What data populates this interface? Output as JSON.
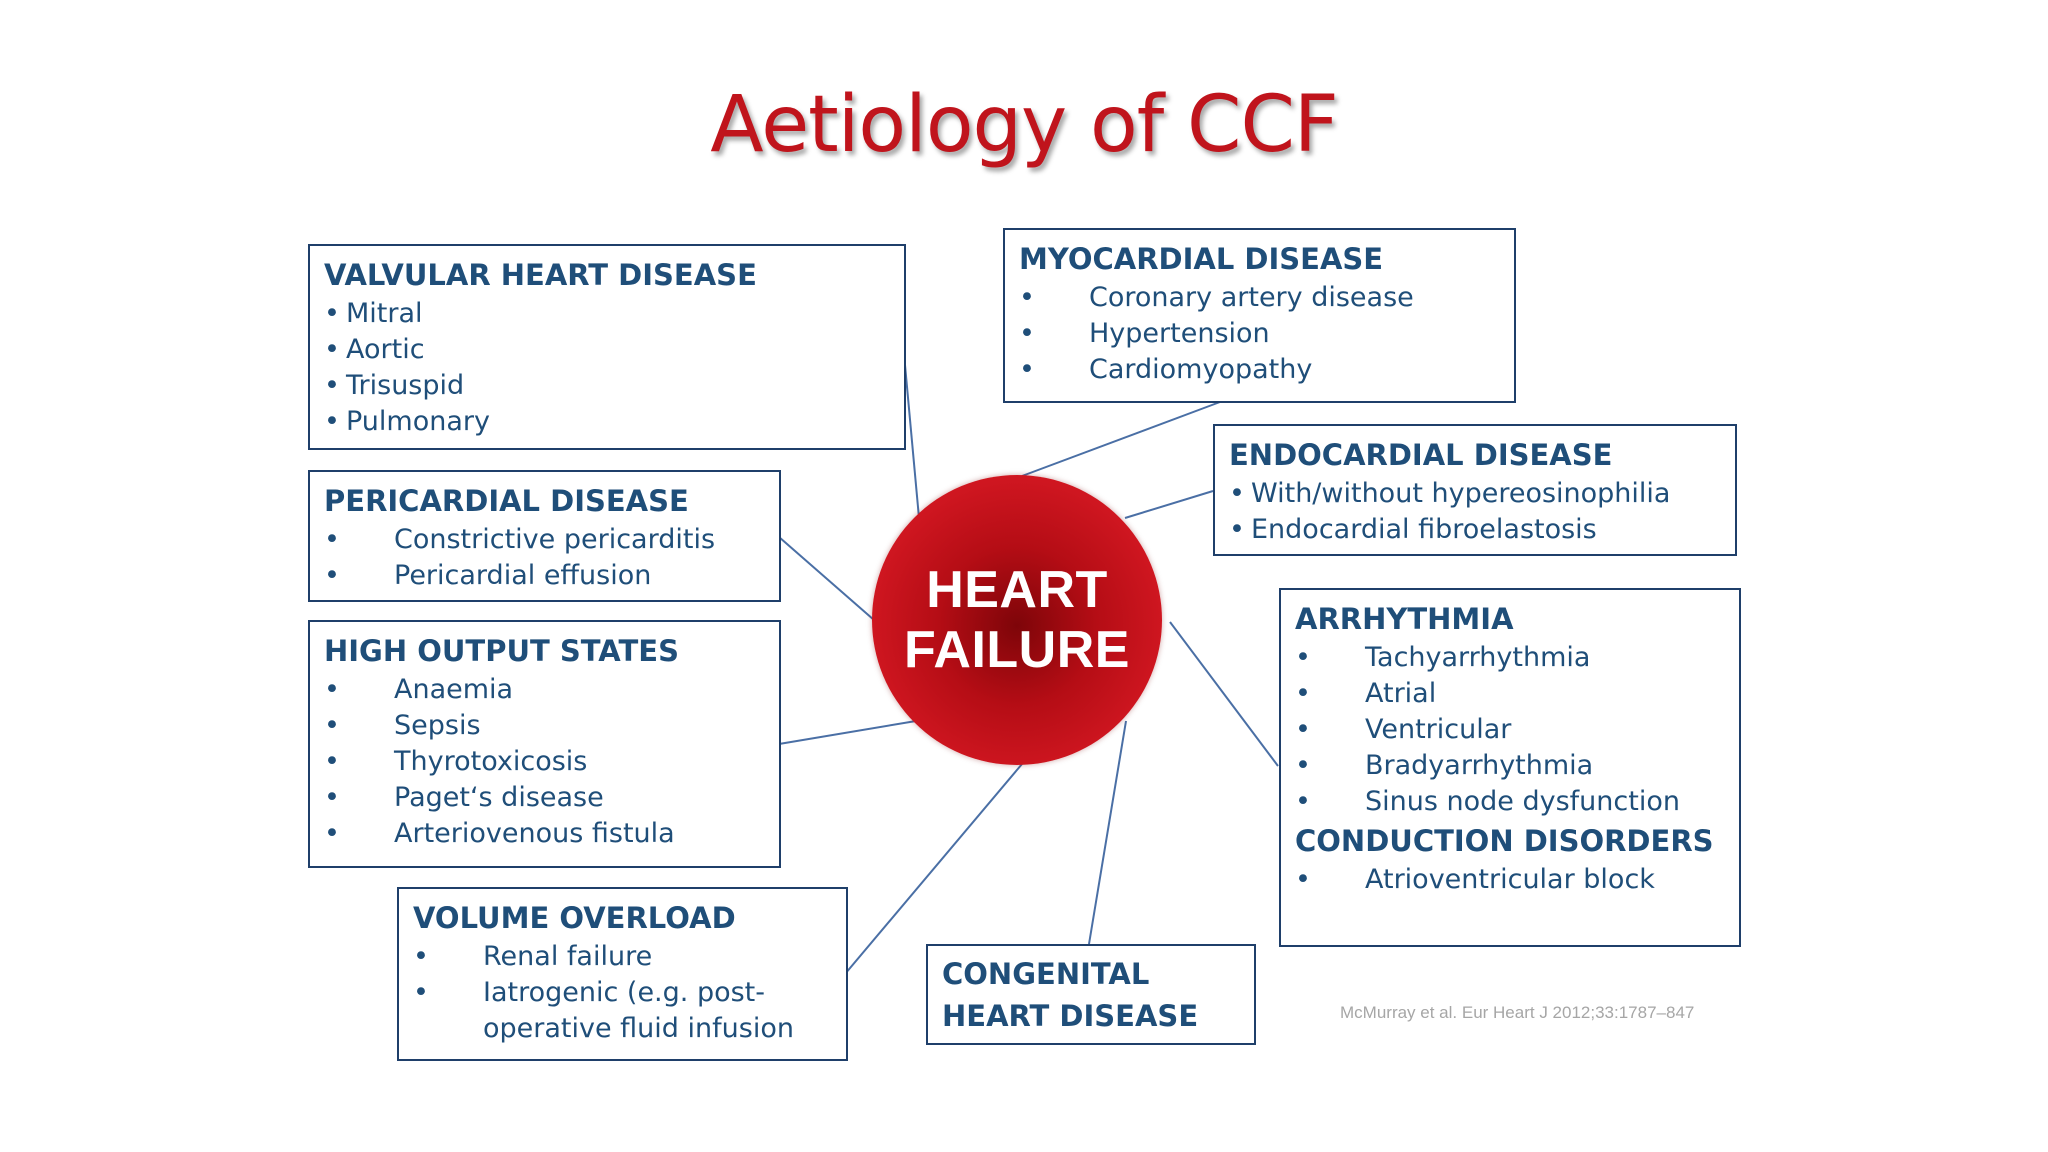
{
  "title": "Aetiology of CCF",
  "hub": {
    "line1": "HEART",
    "line2": "FAILURE"
  },
  "valvular": {
    "heading": "VALVULAR HEART DISEASE",
    "items": [
      "Mitral",
      "Aortic",
      "Trisuspid",
      "Pulmonary"
    ]
  },
  "pericardial": {
    "heading": "PERICARDIAL DISEASE",
    "items": [
      "Constrictive pericarditis",
      "Pericardial effusion"
    ]
  },
  "high_output": {
    "heading": "HIGH OUTPUT STATES",
    "items": [
      "Anaemia",
      "Sepsis",
      "Thyrotoxicosis",
      "Paget‘s disease",
      "Arteriovenous fistula"
    ]
  },
  "volume": {
    "heading": "VOLUME OVERLOAD",
    "items": [
      "Renal failure",
      "Iatrogenic (e.g. post-",
      "operative fluid infusion"
    ]
  },
  "myocardial": {
    "heading": "MYOCARDIAL DISEASE",
    "items": [
      "Coronary artery disease",
      "Hypertension",
      "Cardiomyopathy"
    ]
  },
  "endocardial": {
    "heading": "ENDOCARDIAL DISEASE",
    "items": [
      "With/without hypereosinophilia",
      "Endocardial fibroelastosis"
    ]
  },
  "arrhythmia": {
    "heading": "ARRHYTHMIA",
    "items": [
      "Tachyarrhythmia",
      "Atrial",
      "Ventricular",
      "Bradyarrhythmia",
      "Sinus node dysfunction"
    ],
    "heading2": "CONDUCTION DISORDERS",
    "items2": [
      "Atrioventricular block"
    ]
  },
  "congenital": {
    "line1": "CONGENITAL",
    "line2": "HEART DISEASE"
  },
  "bullet": "•",
  "citation": "McMurray et al. Eur Heart J 2012;33:1787–847",
  "colors": {
    "title": "#c0141c",
    "box_text": "#1f4e79",
    "box_border": "#1f3f6a",
    "hub": "#c8141e",
    "connector": "#4a6fa5"
  }
}
